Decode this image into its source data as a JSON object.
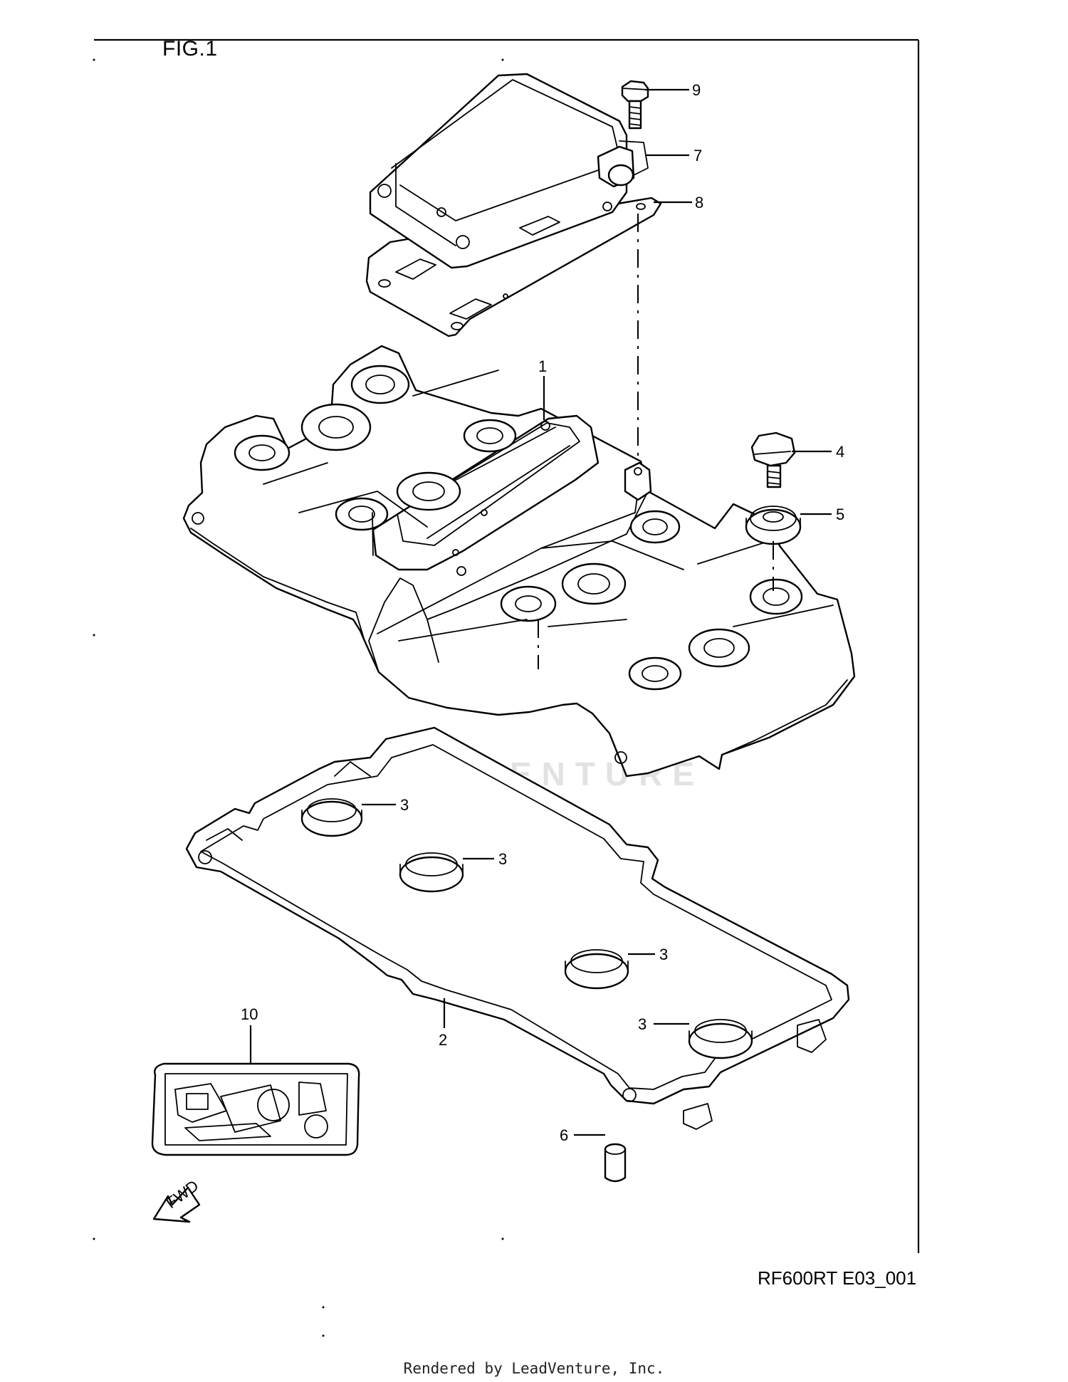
{
  "figure": {
    "title": "FIG.1",
    "code": "RF600RT E03_001"
  },
  "watermark": "LEADVENTURE",
  "footer": "Rendered by LeadVenture, Inc.",
  "callouts": [
    {
      "id": "9",
      "label": "9"
    },
    {
      "id": "7",
      "label": "7"
    },
    {
      "id": "8",
      "label": "8"
    },
    {
      "id": "1",
      "label": "1"
    },
    {
      "id": "4",
      "label": "4"
    },
    {
      "id": "5",
      "label": "5"
    },
    {
      "id": "3a",
      "label": "3"
    },
    {
      "id": "3b",
      "label": "3"
    },
    {
      "id": "3c",
      "label": "3"
    },
    {
      "id": "3d",
      "label": "3"
    },
    {
      "id": "10",
      "label": "10"
    },
    {
      "id": "2",
      "label": "2"
    },
    {
      "id": "6",
      "label": "6"
    }
  ],
  "fwd_label": "FWD"
}
